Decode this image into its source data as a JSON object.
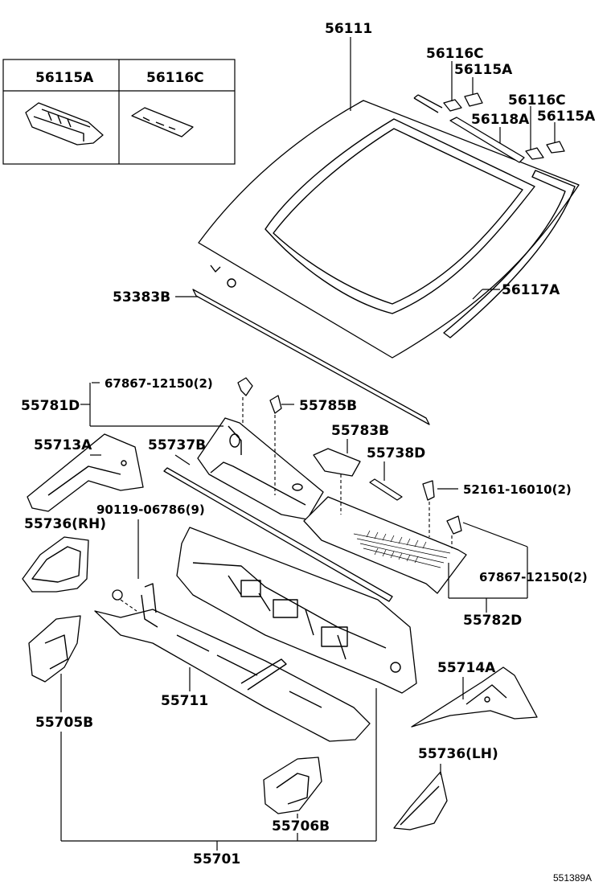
{
  "labels": {
    "windshield_glass": "56111",
    "inset_left_header": "56115A",
    "inset_right_header": "56116C",
    "spacer_top": "56116C",
    "stopper_top": "56115A",
    "spacer_right": "56116C",
    "dam_right": "56118A",
    "stopper_right": "56115A",
    "weatherstrip_lower": "53383B",
    "moulding_outside": "56117A",
    "clip_left_qty": "67867-12150(2)",
    "louver_left": "55781D",
    "clip_center": "55785B",
    "bracket_left_upper": "55713A",
    "seal_louver": "55737B",
    "seal_a": "55783B",
    "seal_b": "55738D",
    "screw_qty": "52161-16010(2)",
    "screw_bolt_qty": "90119-06786(9)",
    "pad_rh": "55736(RH)",
    "clip_right_qty": "67867-12150(2)",
    "louver_right": "55782D",
    "panel_cowl": "55711",
    "bracket_right_upper": "55714A",
    "bracket_left_lower": "55705B",
    "pad_lh": "55736(LH)",
    "bracket_right_lower": "55706B",
    "cowl_assy": "55701"
  },
  "figure_ref": "551389A"
}
